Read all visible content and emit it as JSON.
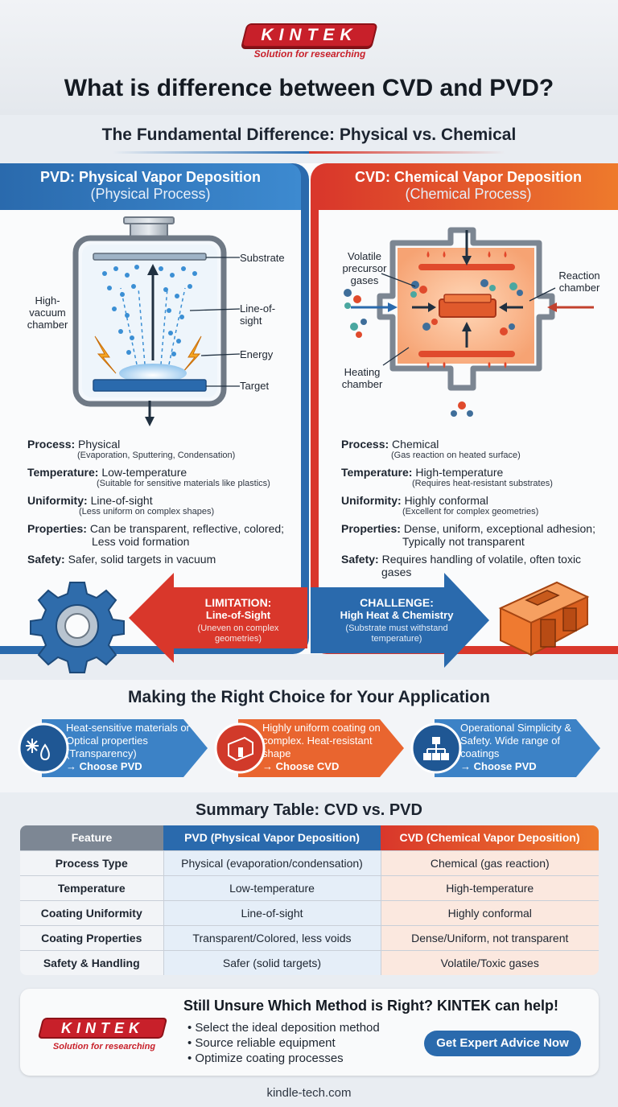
{
  "header": {
    "logo": "KINTEK",
    "tagline": "Solution for researching",
    "title": "What is difference between CVD and PVD?"
  },
  "fundamental_title": "The Fundamental Difference: Physical vs. Chemical",
  "pvd": {
    "title": "PVD: Physical Vapor Deposition",
    "subtitle": "(Physical Process)",
    "labels": {
      "substrate": "Substrate",
      "chamber": "High-vacuum chamber",
      "line_of_sight": "Line-of-sight",
      "energy": "Energy",
      "target": "Target"
    },
    "specs": [
      {
        "key": "Process:",
        "value": "Physical",
        "sub": "(Evaporation, Sputtering, Condensation)"
      },
      {
        "key": "Temperature:",
        "value": "Low-temperature",
        "sub": "(Suitable for sensitive materials like plastics)"
      },
      {
        "key": "Uniformity:",
        "value": "Line-of-sight",
        "sub": "(Less uniform on complex shapes)"
      },
      {
        "key": "Properties:",
        "value": "Can be transparent, reflective, colored;",
        "value2": "Less void formation"
      },
      {
        "key": "Safety:",
        "value": "Safer, solid targets in vacuum"
      }
    ],
    "limitation": {
      "title": "LIMITATION:",
      "subtitle": "Line-of-Sight",
      "note": "(Uneven on complex geometries)"
    }
  },
  "cvd": {
    "title": "CVD: Chemical Vapor Deposition",
    "subtitle": "(Chemical Process)",
    "labels": {
      "precursor": "Volatile precursor gases",
      "reaction": "Reaction chamber",
      "heating": "Heating chamber"
    },
    "specs": [
      {
        "key": "Process:",
        "value": "Chemical",
        "sub": "(Gas reaction on heated surface)"
      },
      {
        "key": "Temperature:",
        "value": "High-temperature",
        "sub": "(Requires heat-resistant substrates)"
      },
      {
        "key": "Uniformity:",
        "value": "Highly conformal",
        "sub": "(Excellent for complex geometries)"
      },
      {
        "key": "Properties:",
        "value": "Dense, uniform, exceptional adhesion;",
        "value2": "Typically not transparent"
      },
      {
        "key": "Safety:",
        "value": "Requires handling of volatile, often toxic",
        "value2": "gases"
      }
    ],
    "challenge": {
      "title": "CHALLENGE:",
      "subtitle": "High Heat & Chemistry",
      "note": "(Substrate must withstand temperature)"
    }
  },
  "choice": {
    "title": "Making the Right Choice for Your Application",
    "cards": [
      {
        "text": "Heat-sensitive materials or Optical properties (Transparency)",
        "cta": "→ Choose PVD"
      },
      {
        "text": "Highly uniform coating on complex. Heat-resistant shape",
        "cta": "→ Choose CVD"
      },
      {
        "text": "Operational Simplicity & Safety. Wide range of coatings",
        "cta": "→ Choose PVD"
      }
    ]
  },
  "summary": {
    "title": "Summary Table: CVD vs. PVD",
    "headers": [
      "Feature",
      "PVD (Physical Vapor Deposition)",
      "CVD (Chemical Vapor Deposition)"
    ],
    "rows": [
      [
        "Process Type",
        "Physical (evaporation/condensation)",
        "Chemical (gas reaction)"
      ],
      [
        "Temperature",
        "Low-temperature",
        "High-temperature"
      ],
      [
        "Coating Uniformity",
        "Line-of-sight",
        "Highly conformal"
      ],
      [
        "Coating Properties",
        "Transparent/Colored, less voids",
        "Dense/Uniform, not transparent"
      ],
      [
        "Safety & Handling",
        "Safer (solid targets)",
        "Volatile/Toxic gases"
      ]
    ]
  },
  "contact": {
    "title": "Still Unsure Which Method is Right? KINTEK can help!",
    "bullets": [
      "Select the ideal deposition method",
      "Source reliable equipment",
      "Optimize coating processes"
    ],
    "button": "Get Expert Advice Now"
  },
  "footer": "kindle-tech.com",
  "colors": {
    "pvd_blue": "#2a6aad",
    "cvd_red": "#d9372b",
    "cvd_orange": "#ee7a2c",
    "brand_red": "#c8202a"
  }
}
